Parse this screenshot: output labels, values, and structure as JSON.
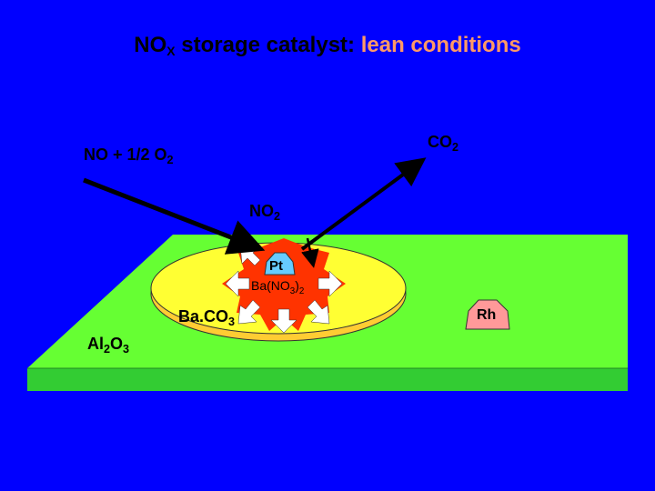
{
  "title": {
    "prefix": "NO",
    "prefix_sub": "X",
    "middle": " storage catalyst: ",
    "accent": "lean conditions",
    "accent_color": "#ff9966"
  },
  "labels": {
    "reactant": "NO + 1/2 O",
    "reactant_sub": "2",
    "product": "CO",
    "product_sub": "2",
    "intermediate": "NO",
    "intermediate_sub": "2",
    "pt": "Pt",
    "ba_nitrate_a": "Ba(NO",
    "ba_nitrate_sub1": "3",
    "ba_nitrate_b": ")",
    "ba_nitrate_sub2": "2",
    "ba_carbonate": "Ba.CO",
    "ba_carbonate_sub": "3",
    "alumina_a": "Al",
    "alumina_sub1": "2",
    "alumina_b": "O",
    "alumina_sub2": "3",
    "rh": "Rh"
  },
  "colors": {
    "background": "#0000ff",
    "support_top": "#66ff33",
    "support_front": "#33cc33",
    "barium_disc": "#ffff33",
    "barium_rim": "#ffcc33",
    "nitrate_zone": "#ff3300",
    "platinum": "#66ccff",
    "rhodium": "#ff9999",
    "arrows": "#000000"
  }
}
